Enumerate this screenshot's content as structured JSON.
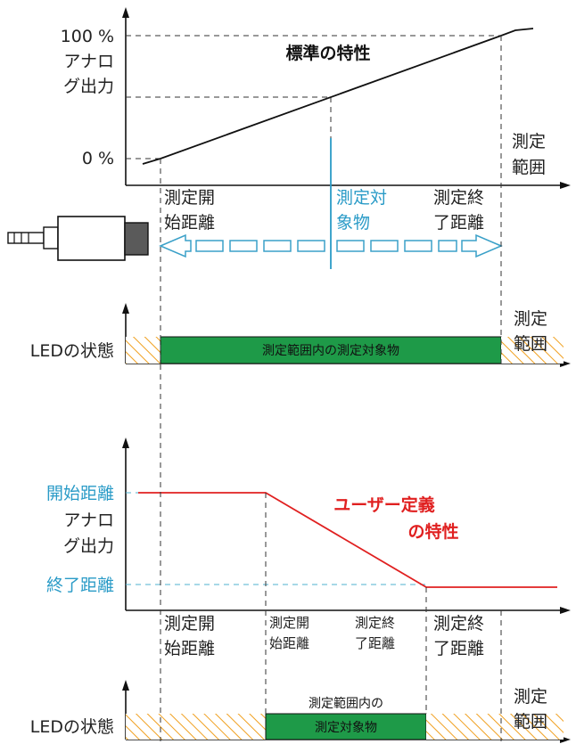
{
  "colors": {
    "led_green": "#1e9a48",
    "hatch_orange": "#f0a020",
    "user_red": "#e02020",
    "target_blue": "#2a9bc7"
  },
  "top_chart": {
    "y_100": "100 %",
    "y_0": "0 %",
    "y_label_1": "アナロ",
    "y_label_2": "グ出力",
    "title": "標準の特性",
    "range_1": "測定",
    "range_2": "範囲"
  },
  "sensor_row": {
    "start_1": "測定開",
    "start_2": "始距離",
    "target_1": "測定対",
    "target_2": "象物",
    "end_1": "測定終",
    "end_2": "了距離"
  },
  "led_row_1": {
    "label": "LEDの状態",
    "bar_text": "測定範囲内の測定対象物",
    "range_1": "測定",
    "range_2": "範囲"
  },
  "bottom_chart": {
    "start_label": "開始距離",
    "y_label_1": "アナロ",
    "y_label_2": "グ出力",
    "end_label": "終了距離",
    "title_1": "ユーザー定義",
    "title_2": "の特性"
  },
  "bottom_axis_labels": {
    "start_1": "測定開",
    "start_2": "始距離",
    "mid_start_1": "測定開",
    "mid_start_2": "始距離",
    "mid_end_1": "測定終",
    "mid_end_2": "了距離",
    "end_1": "測定終",
    "end_2": "了距離"
  },
  "led_row_2": {
    "label": "LEDの状態",
    "bar_text_1": "測定範囲内の",
    "bar_text_2": "測定対象物",
    "range_1": "測定",
    "range_2": "範囲"
  }
}
